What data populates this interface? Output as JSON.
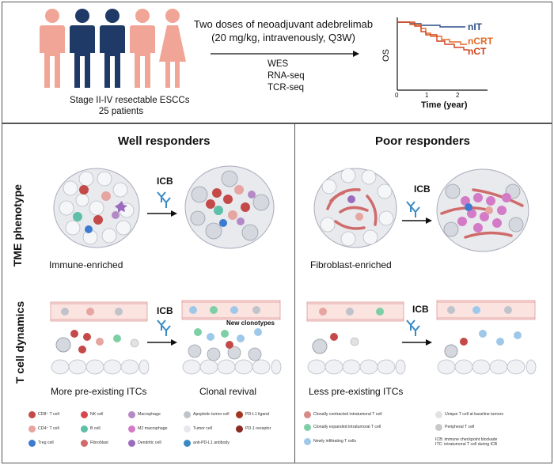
{
  "top": {
    "cohort_line1": "Stage II-IV resectable ESCCs",
    "cohort_line2": "25 patients",
    "treatment_line1": "Two doses of neoadjuvant adebrelimab",
    "treatment_line2": "(20 mg/kg, intravenously, Q3W)",
    "assays": [
      "WES",
      "RNA-seq",
      "TCR-seq"
    ],
    "km": {
      "ylabel": "OS",
      "xlabel": "Time (year)",
      "ticks": [
        "0",
        "1",
        "2"
      ],
      "series": [
        {
          "name": "nIT",
          "color": "#2a4f86"
        },
        {
          "name": "nCRT",
          "color": "#e06a2a"
        },
        {
          "name": "nCT",
          "color": "#d0431e"
        }
      ]
    }
  },
  "left": {
    "title": "Well responders",
    "icb_top": "ICB",
    "icb_bottom": "ICB",
    "tme_caption": "Immune-enriched",
    "new_clonotypes": "New clonotypes",
    "tcell_caption_1": "More pre-existing ITCs",
    "tcell_caption_2": "Clonal revival"
  },
  "right": {
    "title": "Poor responders",
    "icb_top": "ICB",
    "icb_bottom": "ICB",
    "tme_caption": "Fibroblast-enriched",
    "tcell_caption": "Less pre-existing ITCs"
  },
  "row_labels": {
    "tme": "TME phenotype",
    "tcell": "T cell dynamics"
  },
  "legend_left": [
    {
      "label": "CD8⁺ T cell",
      "color": "#c44a4a"
    },
    {
      "label": "NK cell",
      "color": "#d8474b"
    },
    {
      "label": "Macrophage",
      "color": "#b48ac6"
    },
    {
      "label": "Apoptotic tumor cell",
      "color": "#bfc3ca"
    },
    {
      "label": "PD-L1 ligand",
      "color": "#a4361e"
    },
    {
      "label": "CD4⁺ T cell",
      "color": "#e6a5a0"
    },
    {
      "label": "B cell",
      "color": "#5fbfa8"
    },
    {
      "label": "M2 macrophage",
      "color": "#d47bc7"
    },
    {
      "label": "Tumor cell",
      "color": "#e6e8ec"
    },
    {
      "label": "PD-1 receptor",
      "color": "#8a2a22"
    },
    {
      "label": "Treg cell",
      "color": "#3c7bd0"
    },
    {
      "label": "Fibroblast",
      "color": "#d06b6b"
    },
    {
      "label": "Dendritic cell",
      "color": "#9b6bbe"
    },
    {
      "label": "anti-PD-L1 antibody",
      "color": "#3a8ac4"
    }
  ],
  "legend_right": [
    {
      "label": "Clonally contracted intratumoral T cell",
      "color": "#d88b86"
    },
    {
      "label": "Clonally expanded intratumoral T cell",
      "color": "#7fcfa6"
    },
    {
      "label": "Newly infiltrating T cells",
      "color": "#9ec8ea"
    },
    {
      "label": "Unique T cell at baseline tumors",
      "color": "#e2e2e2"
    },
    {
      "label": "Peripheral T cell",
      "color": "#c9c9c9"
    },
    {
      "label": "ICB: immune checkpoint blockade",
      "color": ""
    },
    {
      "label": "ITC: intratumoral T cell during ICB",
      "color": ""
    }
  ]
}
